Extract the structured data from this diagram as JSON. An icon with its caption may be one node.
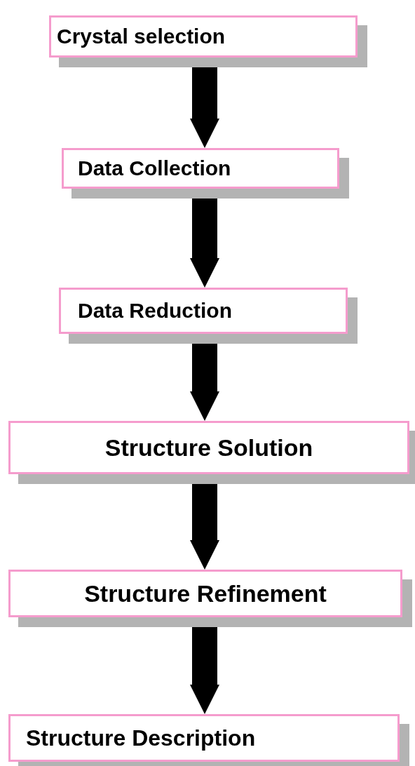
{
  "diagram": {
    "nodes": [
      {
        "text": [
          "Crystal selection"
        ]
      },
      {
        "text": [
          "Data Collection"
        ]
      },
      {
        "text": [
          "Data Reduction"
        ]
      },
      {
        "text": [
          "Structure Solution"
        ]
      },
      {
        "text": [
          "Structure Refinement"
        ]
      },
      {
        "text": [
          "Structure Description"
        ]
      }
    ],
    "edges": [
      {
        "from": 0,
        "to": 1,
        "arrow": "to"
      },
      {
        "from": 1,
        "to": 2,
        "arrow": "to"
      },
      {
        "from": 2,
        "to": 3,
        "arrow": "to"
      },
      {
        "from": 3,
        "to": 4,
        "arrow": "to"
      },
      {
        "from": 4,
        "to": 5,
        "arrow": "to"
      }
    ]
  }
}
